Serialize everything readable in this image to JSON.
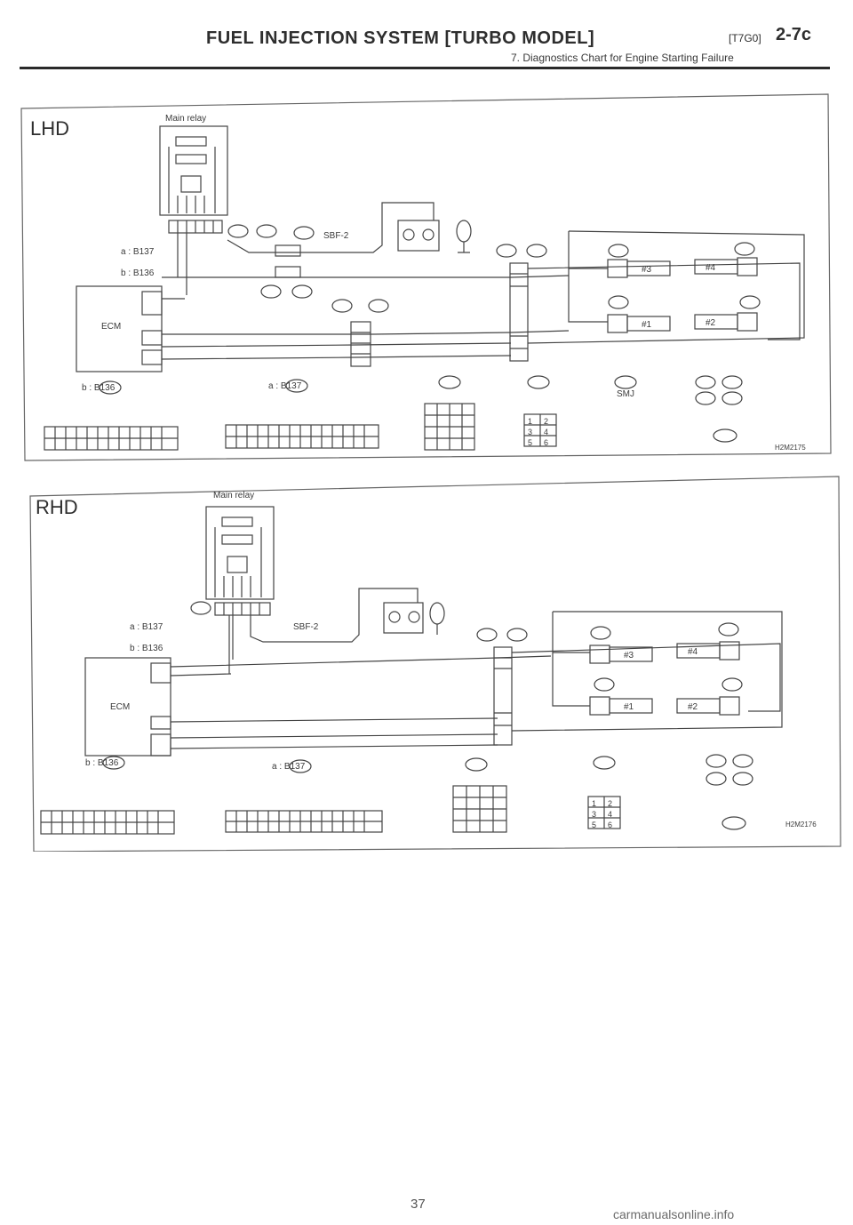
{
  "header": {
    "title": "FUEL INJECTION SYSTEM [TURBO MODEL]",
    "code": "[T7G0]",
    "page_ref": "2-7c",
    "subtitle": "7. Diagnostics Chart for Engine Starting Failure"
  },
  "diagrams": [
    {
      "id": "lhd",
      "label": "LHD",
      "main_relay_label": "Main relay",
      "fuse_label": "SBF-2",
      "ecm_label": "ECM",
      "smj_label": "SMJ",
      "figure_code": "H2M2175",
      "conn_a_label": "a : B137",
      "conn_b_label": "b : B136",
      "conn_a_bottom": "a : B137",
      "conn_b_bottom": "b : B136",
      "injectors": [
        "#3",
        "#4",
        "#1",
        "#2"
      ],
      "terminals": [
        "1",
        "2",
        "3",
        "4",
        "5",
        "6"
      ]
    },
    {
      "id": "rhd",
      "label": "RHD",
      "main_relay_label": "Main relay",
      "fuse_label": "SBF-2",
      "ecm_label": "ECM",
      "figure_code": "H2M2176",
      "conn_a_label": "a : B137",
      "conn_b_label": "b : B136",
      "conn_a_bottom": "a : B137",
      "conn_b_bottom": "b : B136",
      "injectors": [
        "#3",
        "#4",
        "#1",
        "#2"
      ],
      "terminals": [
        "1",
        "2",
        "3",
        "4",
        "5",
        "6"
      ]
    }
  ],
  "page_number": "37",
  "footer": "carmanualsonline.info"
}
